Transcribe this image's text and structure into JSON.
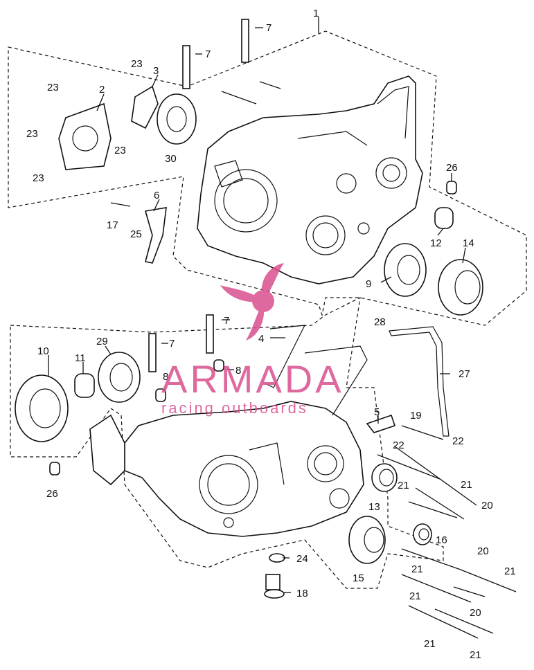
{
  "part_labels": [
    "1",
    "2",
    "3",
    "4",
    "5",
    "6",
    "7",
    "8",
    "9",
    "10",
    "11",
    "12",
    "13",
    "14",
    "15",
    "16",
    "17",
    "18",
    "19",
    "20",
    "21",
    "22",
    "23",
    "24",
    "25",
    "26",
    "27",
    "28",
    "29",
    "30"
  ],
  "watermark": {
    "brand": "ARMADA",
    "tagline": "racing outboards",
    "color": "#d94f8f"
  }
}
